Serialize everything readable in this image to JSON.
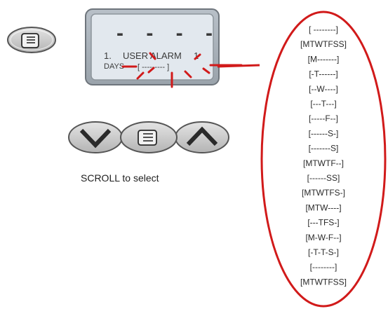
{
  "display": {
    "dashes": "- - - -",
    "line1_number": "1.",
    "line1_label": "USER ALARM",
    "line1_value": "1",
    "line2_label": "DAYS",
    "line2_value": "[ --------- ]"
  },
  "caption": "SCROLL to select",
  "day_options": [
    "[ --------]",
    "[MTWTFSS]",
    "[M-------]",
    "[-T------]",
    "[--W----]",
    "[---T---]",
    "[-----F--]",
    "[------S-]",
    "[-------S]",
    "[MTWTF--]",
    "[------SS]",
    "[MTWTFS-]",
    "[MTW----]",
    "[---TFS-]",
    "[M-W-F--]",
    "[-T-T-S-]",
    "[--------]",
    "[MTWTFSS]"
  ],
  "icons": {
    "menu_button": "scroll-icon",
    "down_button": "chevron-down-icon",
    "select_button": "scroll-icon",
    "up_button": "chevron-up-icon"
  },
  "colors": {
    "highlight": "#d11a1a",
    "lcd_bg": "#e2e8ee",
    "button_bg": "#c8c8c8"
  }
}
